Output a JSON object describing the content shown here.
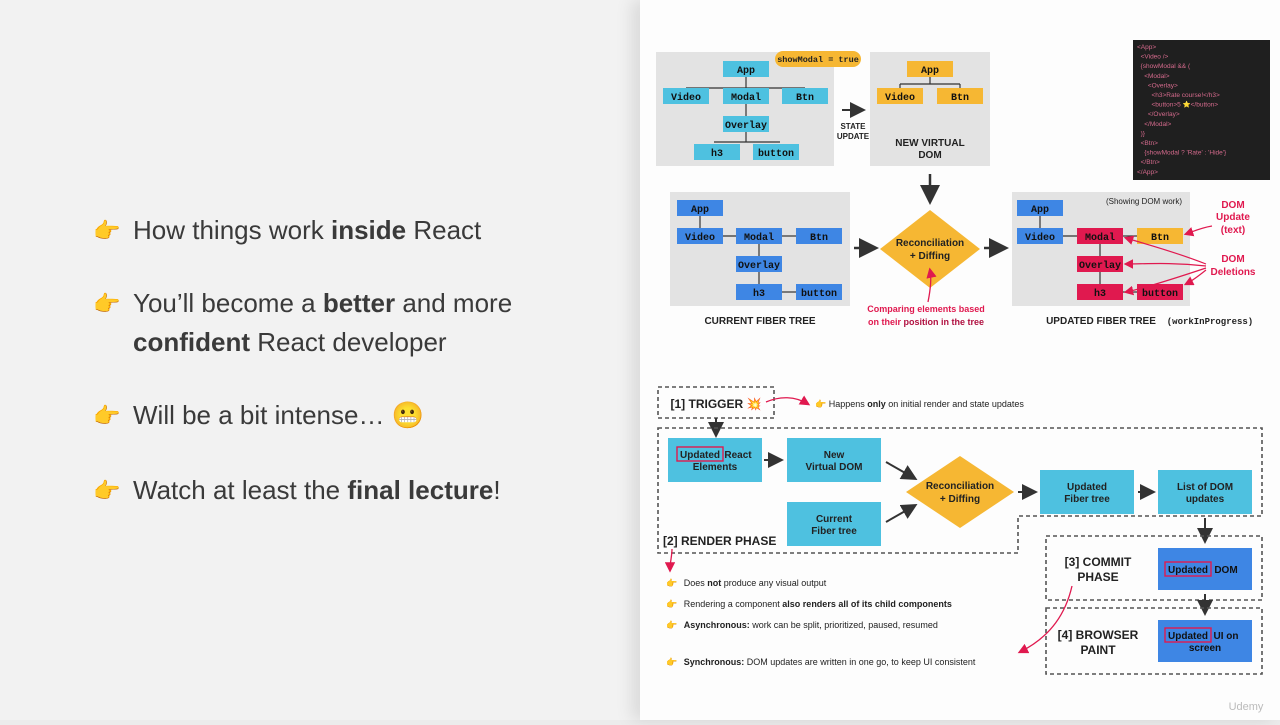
{
  "left": {
    "bullets": [
      {
        "pre": "How things work ",
        "bold": "inside",
        "post": " React"
      },
      {
        "pre": "You’ll become a ",
        "bold": "better",
        "post": " and more",
        "line2_bold": "confident",
        "line2_post": " React developer"
      },
      {
        "pre": "Will be a bit intense… 😬",
        "bold": "",
        "post": ""
      },
      {
        "pre": "Watch at least the ",
        "bold": "final lecture",
        "post": "!"
      }
    ],
    "hand_icon": "👉"
  },
  "diagram": {
    "show_modal_badge": "showModal = true",
    "state_update": [
      "STATE",
      "UPDATE"
    ],
    "new_virtual_dom_title": [
      "NEW VIRTUAL",
      "DOM"
    ],
    "nodes": {
      "app": "App",
      "video": "Video",
      "modal": "Modal",
      "btn": "Btn",
      "overlay": "Overlay",
      "h3": "h3",
      "button": "button"
    },
    "reconciliation": [
      "Reconciliation",
      "+ Diffing"
    ],
    "comparing": [
      "Comparing elements based",
      "on their ",
      "position in the tree"
    ],
    "current_fiber_tree": "CURRENT FIBER TREE",
    "updated_fiber_tree": "UPDATED FIBER TREE",
    "work_in_progress": "(workInProgress)",
    "showing_dom_work": "(Showing DOM work)",
    "dom_update": [
      "DOM",
      "Update",
      "(text)"
    ],
    "dom_deletions": [
      "DOM",
      "Deletions"
    ],
    "code_lines": [
      "<App>",
      "  <Video />",
      "  {showModal && (",
      "    <Modal>",
      "      <Overlay>",
      "        <h3>Rate course!</h3>",
      "        <button>5 ⭐</button>",
      "      </Overlay>",
      "    </Modal>",
      "  )}",
      "  <Btn>",
      "    {showModal ? 'Rate' : 'Hide'}",
      "  </Btn>",
      "</App>"
    ]
  },
  "phases": {
    "trigger": "[1] TRIGGER 💥",
    "trigger_note_pre": "Happens ",
    "trigger_note_bold": "only",
    "trigger_note_post": " on initial render and state updates",
    "updated_react_elements": [
      "Updated",
      "React",
      "Elements"
    ],
    "new_virtual_dom": [
      "New",
      "Virtual DOM"
    ],
    "current_fiber_tree": [
      "Current",
      "Fiber tree"
    ],
    "reconciliation": [
      "Reconciliation",
      "+ Diffing"
    ],
    "updated_fiber_tree": [
      "Updated",
      "Fiber tree"
    ],
    "list_of_dom_updates": [
      "List of DOM",
      "updates"
    ],
    "render_phase": "[2] RENDER PHASE",
    "commit_phase": [
      "[3] COMMIT",
      "PHASE"
    ],
    "updated_dom": [
      "Updated",
      "DOM"
    ],
    "browser_paint": [
      "[4] BROWSER",
      "PAINT"
    ],
    "updated_ui": [
      "Updated",
      "UI on",
      "screen"
    ],
    "notes": [
      {
        "pre": "Does ",
        "bold": "not",
        "post": " produce any visual output"
      },
      {
        "pre": "Rendering a component ",
        "bold": "also renders all of its child components",
        "post": ""
      },
      {
        "pre": "",
        "bold": "Asynchronous:",
        "post": " work can be split, prioritized, paused, resumed"
      },
      {
        "pre": "",
        "bold": "Synchronous:",
        "post": " DOM updates are written in one go, to keep UI consistent"
      }
    ]
  },
  "watermark": "Udemy",
  "colors": {
    "node_blue": "#3e86e4",
    "node_cyan": "#4ec1e0",
    "accent_orange": "#f6b733",
    "deleted_red": "#e0194f",
    "panel_gray": "#e3e3e3"
  }
}
